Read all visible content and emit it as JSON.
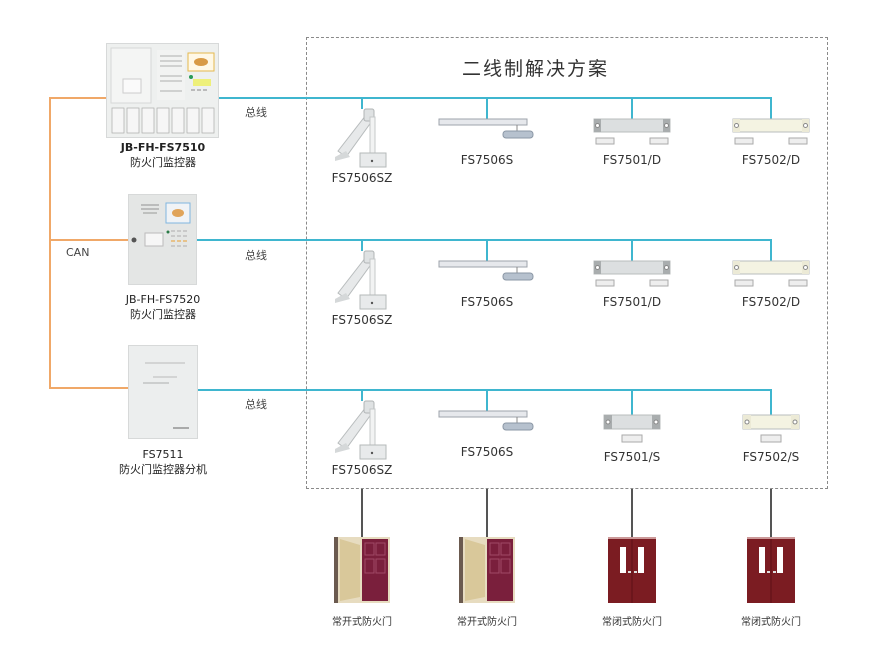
{
  "title": "二线制解决方案",
  "colors": {
    "can_line": "#f0a868",
    "bus_line": "#3fb6cf",
    "door_line": "#555555",
    "dashed_border": "#8a8a8a"
  },
  "can_label": "CAN",
  "bus_label": "总线",
  "controllers": [
    {
      "model": "JB-FH-FS7510",
      "name": "防火门监控器"
    },
    {
      "model": "JB-FH-FS7520",
      "name": "防火门监控器"
    },
    {
      "model": "FS7511",
      "name": "防火门监控器分机"
    }
  ],
  "device_rows": [
    {
      "devices": [
        {
          "model": "FS7506SZ",
          "icon": "door-closer-bracket-icon"
        },
        {
          "model": "FS7506S",
          "icon": "door-closer-arm-icon"
        },
        {
          "model": "FS7501/D",
          "icon": "double-magnet-sensor-icon"
        },
        {
          "model": "FS7502/D",
          "icon": "double-magnet-sensor-beige-icon"
        }
      ]
    },
    {
      "devices": [
        {
          "model": "FS7506SZ",
          "icon": "door-closer-bracket-icon"
        },
        {
          "model": "FS7506S",
          "icon": "door-closer-arm-icon"
        },
        {
          "model": "FS7501/D",
          "icon": "double-magnet-sensor-icon"
        },
        {
          "model": "FS7502/D",
          "icon": "double-magnet-sensor-beige-icon"
        }
      ]
    },
    {
      "devices": [
        {
          "model": "FS7506SZ",
          "icon": "door-closer-bracket-icon"
        },
        {
          "model": "FS7506S",
          "icon": "door-closer-arm-icon"
        },
        {
          "model": "FS7501/S",
          "icon": "single-magnet-sensor-icon"
        },
        {
          "model": "FS7502/S",
          "icon": "single-magnet-sensor-beige-icon"
        }
      ]
    }
  ],
  "doors": [
    {
      "label": "常开式防火门",
      "type": "normally-open"
    },
    {
      "label": "常开式防火门",
      "type": "normally-open"
    },
    {
      "label": "常闭式防火门",
      "type": "normally-closed"
    },
    {
      "label": "常闭式防火门",
      "type": "normally-closed"
    }
  ]
}
